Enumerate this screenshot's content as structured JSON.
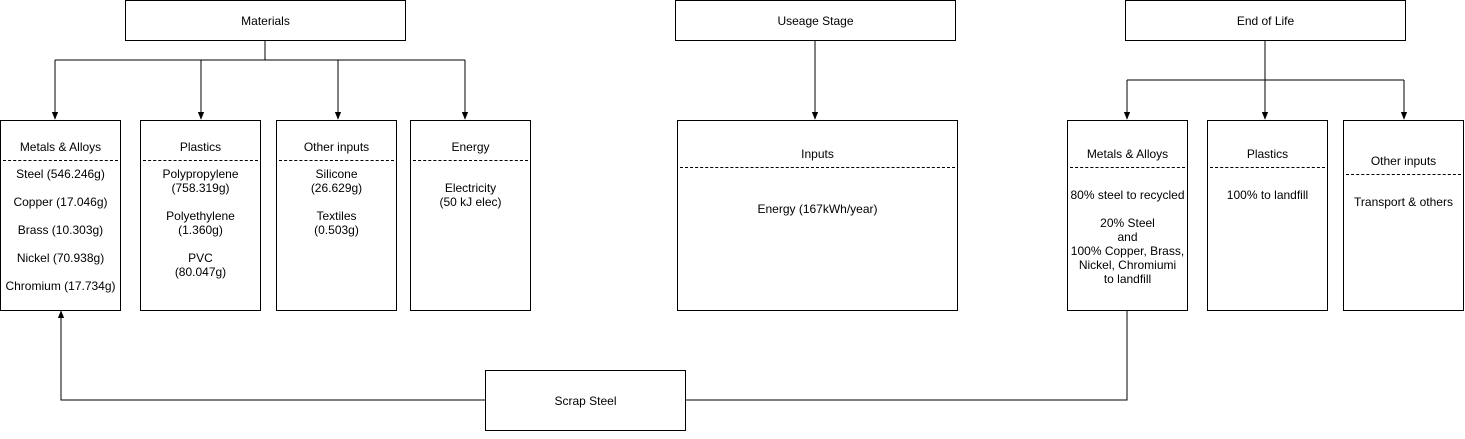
{
  "stages": {
    "materials": "Materials",
    "usage": "Useage Stage",
    "end_of_life": "End of Life"
  },
  "material_boxes": [
    {
      "title": "Metals & Alloys",
      "lines": [
        "Steel (546.246g)",
        "",
        "Copper (17.046g)",
        "",
        "Brass (10.303g)",
        "",
        "Nickel (70.938g)",
        "",
        "Chromium (17.734g)"
      ]
    },
    {
      "title": "Plastics",
      "lines": [
        "Polypropylene",
        "(758.319g)",
        "",
        "Polyethylene",
        "(1.360g)",
        "",
        "PVC",
        "(80.047g)"
      ]
    },
    {
      "title": "Other inputs",
      "lines": [
        "Silicone",
        "(26.629g)",
        "",
        "Textiles",
        "(0.503g)"
      ]
    },
    {
      "title": "Energy",
      "lines": [
        "Electricity",
        "(50 kJ elec)"
      ]
    }
  ],
  "usage_box": {
    "title": "Inputs",
    "lines": [
      "Energy (167kWh/year)"
    ]
  },
  "eol_boxes": [
    {
      "title": "Metals & Alloys",
      "lines": [
        "80% steel to recycled",
        "",
        "20% Steel",
        "and",
        "100% Copper, Brass,",
        "Nickel, Chromiumi",
        "to landfill"
      ]
    },
    {
      "title": "Plastics",
      "lines": [
        "100% to landfill"
      ]
    },
    {
      "title": "Other inputs",
      "lines": [
        "Transport & others"
      ]
    }
  ],
  "scrap_steel": "Scrap Steel"
}
